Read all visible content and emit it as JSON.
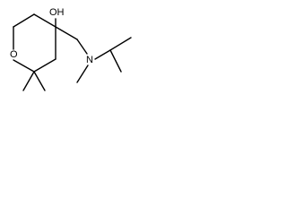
{
  "molecule": {
    "atom_labels": {
      "hydroxyl": "OH",
      "ring_oxygen": "O",
      "amine_nitrogen": "N"
    }
  },
  "colors": {
    "bond": "#000000",
    "label": "#000000",
    "background": "#ffffff"
  }
}
